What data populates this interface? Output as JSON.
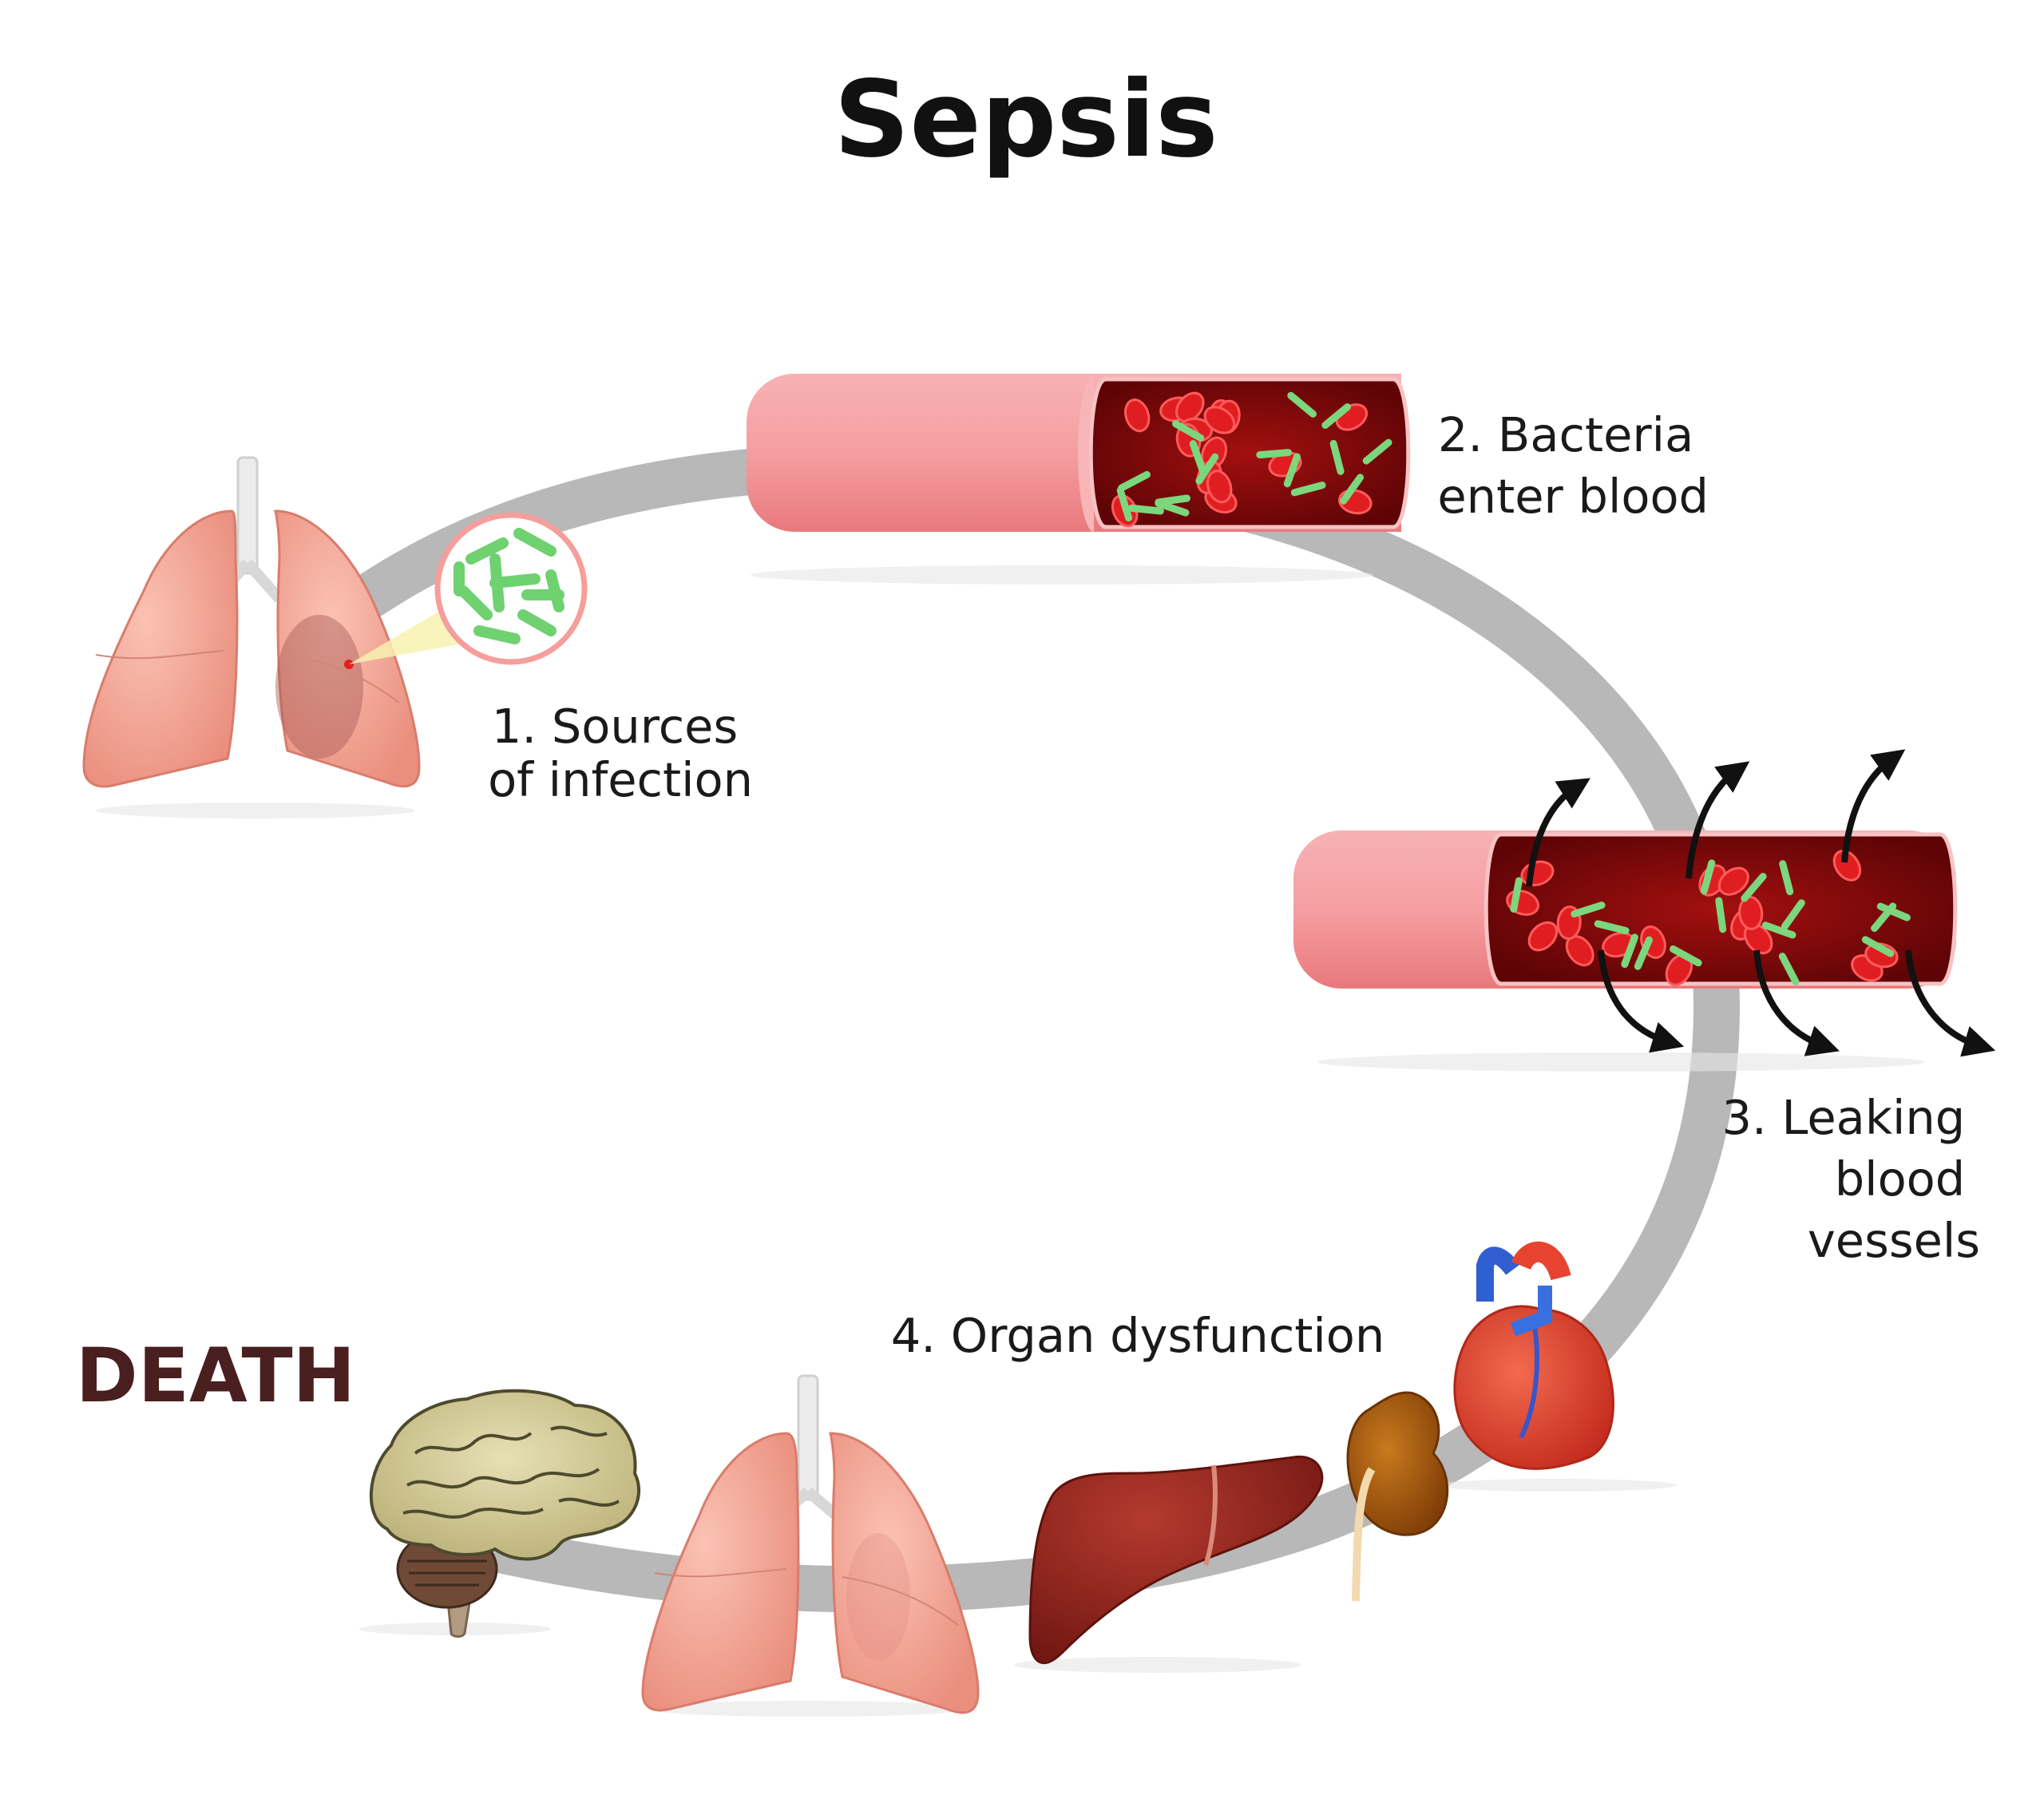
{
  "title": "Sepsis",
  "steps": {
    "source": [
      "1. Sources",
      "of infection"
    ],
    "bacteria": [
      "2. Bacteria",
      "enter blood"
    ],
    "leaking": [
      "3. Leaking",
      "blood",
      "vessels"
    ],
    "organ": "4. Organ dysfunction"
  },
  "outcome": "DEATH",
  "colors": {
    "path": "#b8b8b8",
    "vessel_wall": "#f5a0a3",
    "blood": "#8e0a0c",
    "red_cell": "#e01e22",
    "bacteria": "#7cd67e",
    "death": "#4a1f1f",
    "lung": "#f4a696",
    "liver": "#9e2a22",
    "kidney": "#b0600c",
    "heart": "#e64431",
    "brain": "#d6cf9c"
  },
  "icons": [
    "lungs-icon",
    "bacteria-magnifier-icon",
    "blood-vessel-icon",
    "leak-arrow-icon",
    "heart-icon",
    "kidney-icon",
    "liver-icon",
    "brain-icon"
  ]
}
